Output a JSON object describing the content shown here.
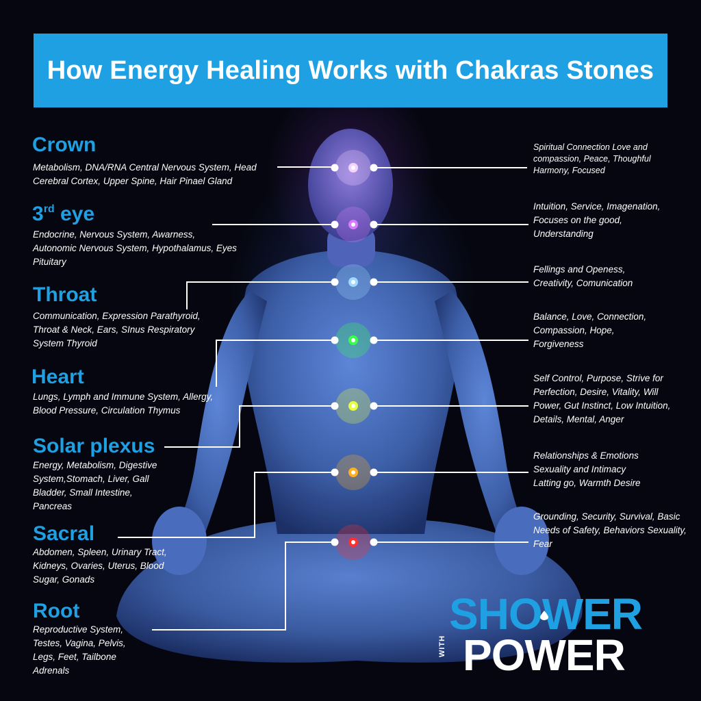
{
  "title": "How Energy Healing Works with Chakras Stones",
  "chakras": [
    {
      "name": "Crown",
      "body": "Metabolism, DNA/RNA Central Nervous System, Head Cerebral Cortex, Upper Spine, Hair Pinael Gland",
      "energy": "Spiritual Connection Love and compassion, Peace, Thoughful Harmony, Focused",
      "color": "#f4d4ff"
    },
    {
      "name": "3rd eye",
      "name_sup": "rd",
      "body": "Endocrine, Nervous System, Awarness, Autonomic Nervous System, Hypothalamus, Eyes Pituitary",
      "energy": "Intuition, Service, Imagenation, Focuses on the good, Understanding",
      "color": "#d77cff"
    },
    {
      "name": "Throat",
      "body": "Communication, Expression Parathyroid, Throat & Neck, Ears, SInus Respiratory System Thyroid",
      "energy": "Fellings and Openess, Creativity, Comunication",
      "color": "#9fd8ff"
    },
    {
      "name": "Heart",
      "body": "Lungs, Lymph and Immune System, Allergy, Blood Pressure, Circulation Thymus",
      "energy": "Balance, Love, Connection, Compassion, Hope, Forgiveness",
      "color": "#39ff4a"
    },
    {
      "name": "Solar plexus",
      "body": "Energy, Metabolism, Digestive System,Stomach, Liver, Gall Bladder, Small Intestine, Pancreas",
      "energy": "Self Control, Purpose, Strive for Perfection, Desire, Vitality, Will Power, Gut Instinct, Low Intuition, Details, Mental, Anger",
      "color": "#e8ff3a"
    },
    {
      "name": "Sacral",
      "body": "Abdomen, Spleen, Urinary Tract, Kidneys, Ovaries, Uterus, Blood Sugar, Gonads",
      "energy": "Relationships & Emotions Sexuality and Intimacy Latting go, Warmth Desire",
      "color": "#ffb020"
    },
    {
      "name": "Root",
      "body": "Reproductive System, Testes, Vagina, Pelvis, Legs, Feet, Tailbone Adrenals",
      "energy": "Grounding, Security, Survival, Basic Needs of Safety, Behaviors Sexuality, Fear",
      "color": "#ff3030"
    }
  ],
  "brand": {
    "line1": "SHOWER",
    "with": "WITH",
    "line2": "POWER",
    "color": "#1ea0e2"
  }
}
